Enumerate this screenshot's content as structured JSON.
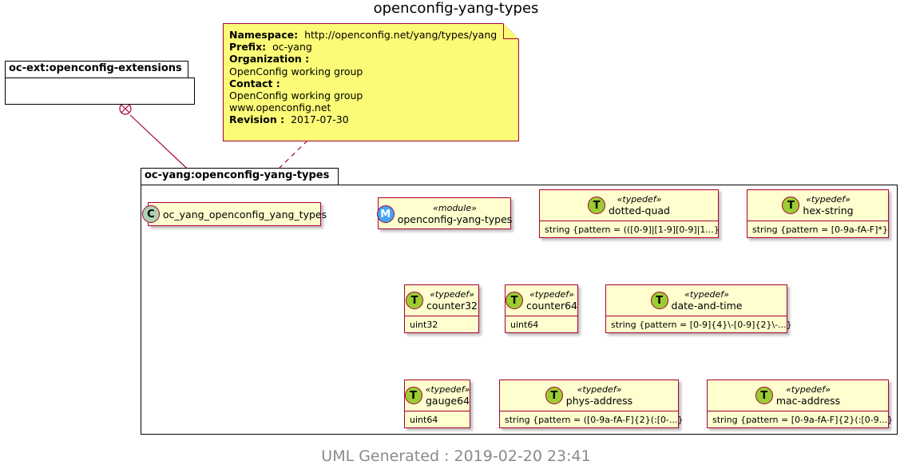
{
  "title": "openconfig-yang-types",
  "footer": "UML Generated : 2019-02-20 23:41",
  "colors": {
    "note_fill": "#fbfb77",
    "class_fill": "#fefece",
    "border": "#a80036",
    "typedef_icon": "#9acd32",
    "module_icon": "#42a5f5",
    "class_icon": "#add1b2"
  },
  "packages": {
    "extensions": {
      "label": "oc-ext:openconfig-extensions"
    },
    "types": {
      "label": "oc-yang:openconfig-yang-types"
    }
  },
  "note": {
    "lines": [
      {
        "key": "Namespace:",
        "value": "http://openconfig.net/yang/types/yang"
      },
      {
        "key": "Prefix:",
        "value": "oc-yang"
      },
      {
        "key": "Organization :",
        "value": ""
      },
      {
        "key": "",
        "value": "OpenConfig working group"
      },
      {
        "key": "Contact :",
        "value": ""
      },
      {
        "key": "",
        "value": "OpenConfig working group"
      },
      {
        "key": "",
        "value": "www.openconfig.net"
      },
      {
        "key": "Revision :",
        "value": "2017-07-30"
      }
    ]
  },
  "class_node": {
    "icon": "C",
    "name": "oc_yang_openconfig_yang_types"
  },
  "module_node": {
    "icon": "M",
    "stereotype": "«module»",
    "name": "openconfig-yang-types"
  },
  "typedefs": [
    {
      "icon": "T",
      "stereotype": "«typedef»",
      "name": "dotted-quad",
      "type": "string {pattern = (([0-9]|[1-9][0-9]|1...}"
    },
    {
      "icon": "T",
      "stereotype": "«typedef»",
      "name": "hex-string",
      "type": "string {pattern = [0-9a-fA-F]*}"
    },
    {
      "icon": "T",
      "stereotype": "«typedef»",
      "name": "counter32",
      "type": "uint32"
    },
    {
      "icon": "T",
      "stereotype": "«typedef»",
      "name": "counter64",
      "type": "uint64"
    },
    {
      "icon": "T",
      "stereotype": "«typedef»",
      "name": "date-and-time",
      "type": "string {pattern = [0-9]{4}\\-[0-9]{2}\\-...}"
    },
    {
      "icon": "T",
      "stereotype": "«typedef»",
      "name": "gauge64",
      "type": "uint64"
    },
    {
      "icon": "T",
      "stereotype": "«typedef»",
      "name": "phys-address",
      "type": "string {pattern = ([0-9a-fA-F]{2}(:[0-...}"
    },
    {
      "icon": "T",
      "stereotype": "«typedef»",
      "name": "mac-address",
      "type": "string {pattern = [0-9a-fA-F]{2}(:[0-9...}"
    }
  ]
}
